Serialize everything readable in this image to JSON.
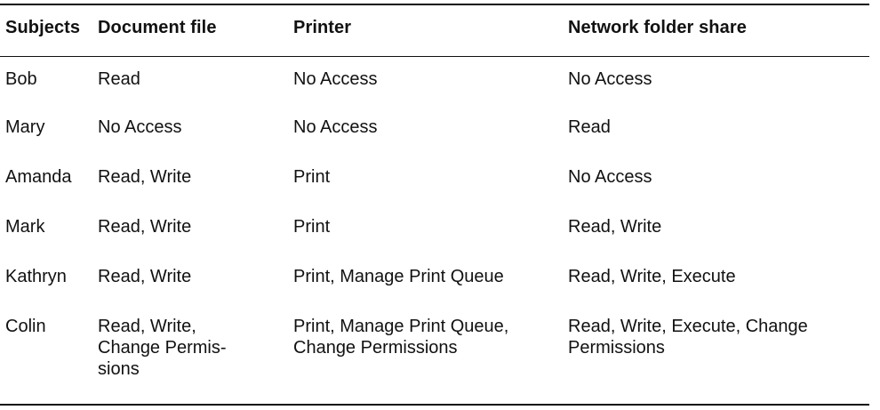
{
  "table": {
    "headers": [
      "Subjects",
      "Document file",
      "Printer",
      "Network folder share"
    ],
    "rows": [
      [
        "Bob",
        "Read",
        "No Access",
        "No Access"
      ],
      [
        "Mary",
        "No Access",
        "No Access",
        "Read"
      ],
      [
        "Amanda",
        "Read, Write",
        "Print",
        "No Access"
      ],
      [
        "Mark",
        "Read, Write",
        "Print",
        "Read, Write"
      ],
      [
        "Kathryn",
        "Read, Write",
        "Print, Manage Print Queue",
        "Read, Write, Execute"
      ],
      [
        "Colin",
        "Read, Write, Change Permis-sions",
        "Print, Manage Print Queue, Change Permissions",
        "Read, Write, Execute, Change Permissions"
      ]
    ]
  }
}
